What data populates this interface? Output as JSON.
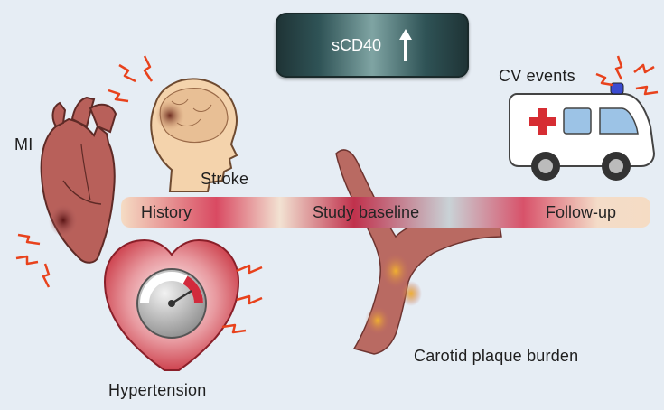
{
  "marker": {
    "label": "sCD40",
    "direction_icon": "up-arrow-icon"
  },
  "timeline": {
    "history": "History",
    "baseline": "Study baseline",
    "followup": "Follow-up"
  },
  "labels": {
    "mi": "MI",
    "stroke": "Stroke",
    "hypertension": "Hypertension",
    "cv_events": "CV events",
    "carotid": "Carotid plaque burden"
  },
  "colors": {
    "background": "#e6edf4",
    "timeline_accent": "#c0314c",
    "alert": "#e8421c"
  }
}
